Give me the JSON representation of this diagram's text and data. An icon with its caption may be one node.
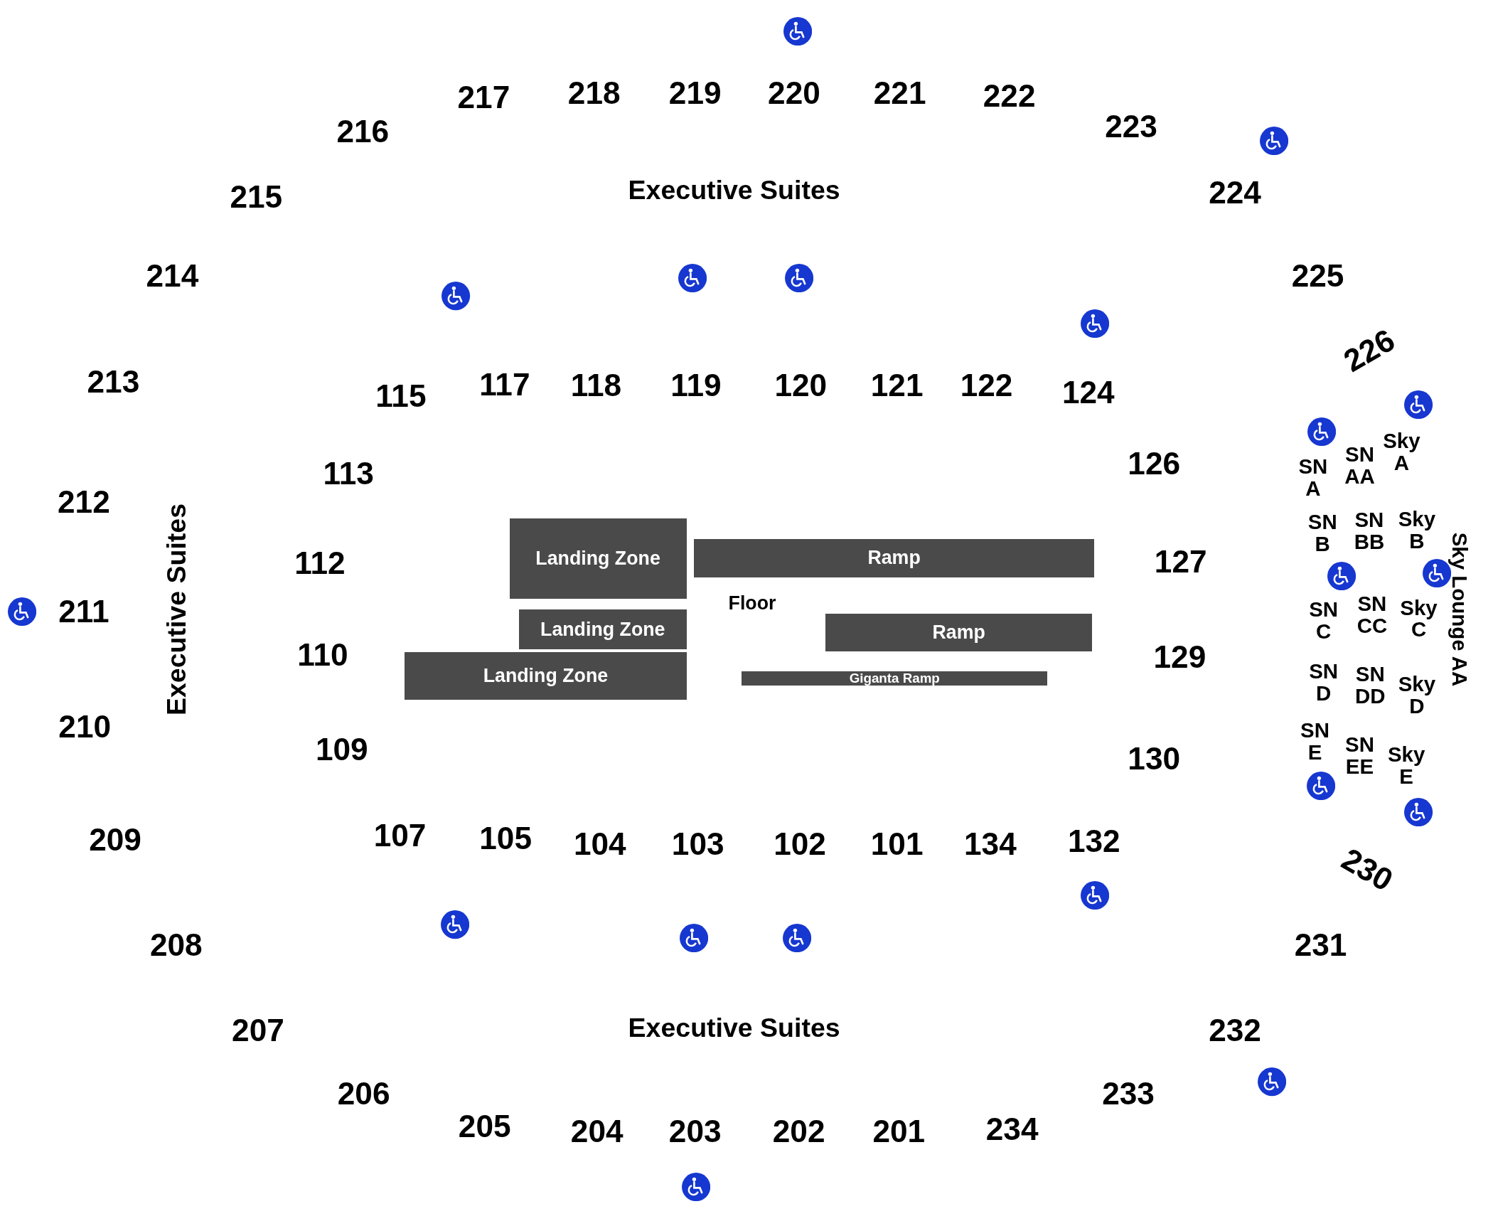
{
  "diagram": {
    "nodes": [
      {
        "text": [
          "Landing Zone"
        ]
      },
      {
        "text": [
          "Ramp"
        ]
      },
      {
        "text": [
          "Landing Zone"
        ]
      },
      {
        "text": [
          "Ramp"
        ]
      },
      {
        "text": [
          "Landing Zone"
        ]
      },
      {
        "text": [
          "Giganta Ramp"
        ]
      }
    ],
    "labels": [
      "217",
      "218",
      "219",
      "220",
      "221",
      "222",
      "216",
      "223",
      "215",
      "Executive Suites",
      "224",
      "214",
      "225",
      "226",
      "213",
      "115",
      "117",
      "118",
      "119",
      "120",
      "121",
      "122",
      "124",
      "SN A",
      "SN AA",
      "Sky A",
      "126",
      "113",
      "212",
      "Executive Suites",
      "SN B",
      "SN BB",
      "Sky B",
      "Sky Lounge AA",
      "112",
      "127",
      "211",
      "Floor",
      "SN C",
      "SN CC",
      "Sky C",
      "110",
      "129",
      "SN D",
      "SN DD",
      "Sky D",
      "210",
      "109",
      "SN E",
      "SN EE",
      "Sky E",
      "130",
      "209",
      "107",
      "105",
      "104",
      "103",
      "102",
      "101",
      "134",
      "132",
      "230",
      "208",
      "231",
      "207",
      "Executive Suites",
      "232",
      "206",
      "233",
      "205",
      "204",
      "203",
      "202",
      "201",
      "234"
    ]
  }
}
